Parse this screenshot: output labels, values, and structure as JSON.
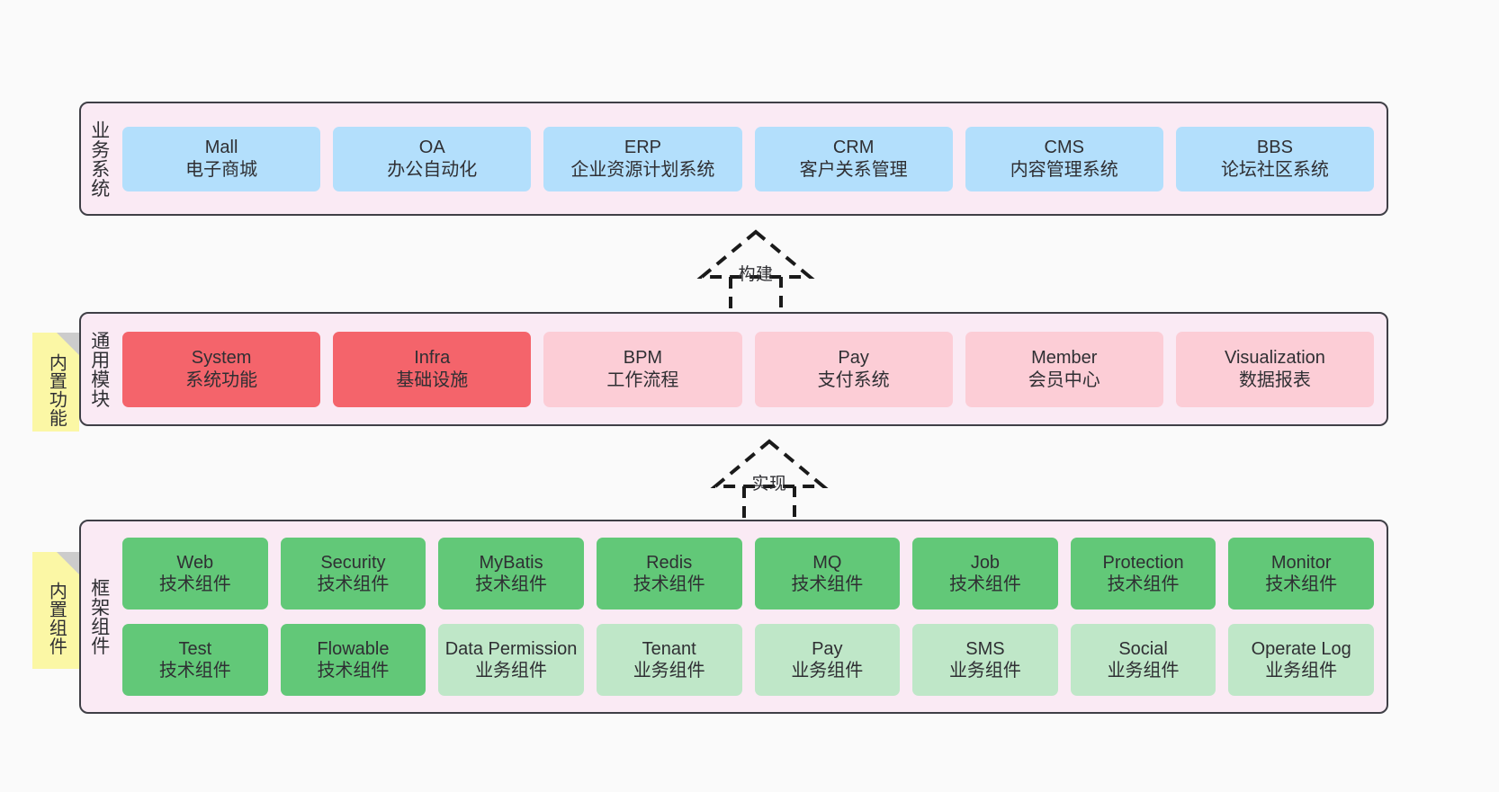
{
  "diagram": {
    "background_color": "#fafafa",
    "panel_color": "#faeaf4",
    "panel_border_color": "#3f3f46",
    "sticky_color": "#fbf7a5",
    "sticky_fold_color": "#cccccc"
  },
  "layers": [
    {
      "id": "business",
      "title": "业务系统",
      "sticky": null,
      "rows": [
        {
          "cells": [
            {
              "name": "mall",
              "primary": "Mall",
              "secondary": "电子商城",
              "color": "#b3dffc",
              "style": "c-blue"
            },
            {
              "name": "oa",
              "primary": "OA",
              "secondary": "办公自动化",
              "color": "#b3dffc",
              "style": "c-blue"
            },
            {
              "name": "erp",
              "primary": "ERP",
              "secondary": "企业资源计划系统",
              "color": "#b3dffc",
              "style": "c-blue"
            },
            {
              "name": "crm",
              "primary": "CRM",
              "secondary": "客户关系管理",
              "color": "#b3dffc",
              "style": "c-blue"
            },
            {
              "name": "cms",
              "primary": "CMS",
              "secondary": "内容管理系统",
              "color": "#b3dffc",
              "style": "c-blue"
            },
            {
              "name": "bbs",
              "primary": "BBS",
              "secondary": "论坛社区系统",
              "color": "#b3dffc",
              "style": "c-blue"
            }
          ]
        }
      ]
    },
    {
      "id": "modules",
      "title": "通用模块",
      "sticky": "内置功能",
      "rows": [
        {
          "cells": [
            {
              "name": "system",
              "primary": "System",
              "secondary": "系统功能",
              "color": "#f4646b",
              "style": "c-red"
            },
            {
              "name": "infra",
              "primary": "Infra",
              "secondary": "基础设施",
              "color": "#f4646b",
              "style": "c-red"
            },
            {
              "name": "bpm",
              "primary": "BPM",
              "secondary": "工作流程",
              "color": "#fccdd6",
              "style": "c-pink"
            },
            {
              "name": "pay",
              "primary": "Pay",
              "secondary": "支付系统",
              "color": "#fccdd6",
              "style": "c-pink"
            },
            {
              "name": "member",
              "primary": "Member",
              "secondary": "会员中心",
              "color": "#fccdd6",
              "style": "c-pink"
            },
            {
              "name": "visualization",
              "primary": "Visualization",
              "secondary": "数据报表",
              "color": "#fccdd6",
              "style": "c-pink"
            }
          ]
        }
      ]
    },
    {
      "id": "framework",
      "title": "框架组件",
      "sticky": "内置组件",
      "rows": [
        {
          "cells": [
            {
              "name": "web",
              "primary": "Web",
              "secondary": "技术组件",
              "color": "#62c878",
              "style": "c-green"
            },
            {
              "name": "security",
              "primary": "Security",
              "secondary": "技术组件",
              "color": "#62c878",
              "style": "c-green"
            },
            {
              "name": "mybatis",
              "primary": "MyBatis",
              "secondary": "技术组件",
              "color": "#62c878",
              "style": "c-green"
            },
            {
              "name": "redis",
              "primary": "Redis",
              "secondary": "技术组件",
              "color": "#62c878",
              "style": "c-green"
            },
            {
              "name": "mq",
              "primary": "MQ",
              "secondary": "技术组件",
              "color": "#62c878",
              "style": "c-green"
            },
            {
              "name": "job",
              "primary": "Job",
              "secondary": "技术组件",
              "color": "#62c878",
              "style": "c-green"
            },
            {
              "name": "protection",
              "primary": "Protection",
              "secondary": "技术组件",
              "color": "#62c878",
              "style": "c-green"
            },
            {
              "name": "monitor",
              "primary": "Monitor",
              "secondary": "技术组件",
              "color": "#62c878",
              "style": "c-green"
            }
          ]
        },
        {
          "cells": [
            {
              "name": "test",
              "primary": "Test",
              "secondary": "技术组件",
              "color": "#62c878",
              "style": "c-green"
            },
            {
              "name": "flowable",
              "primary": "Flowable",
              "secondary": "技术组件",
              "color": "#62c878",
              "style": "c-green"
            },
            {
              "name": "data-permission",
              "primary": "Data Permission",
              "secondary": "业务组件",
              "color": "#bfe7c8",
              "style": "c-lightgreen"
            },
            {
              "name": "tenant",
              "primary": "Tenant",
              "secondary": "业务组件",
              "color": "#bfe7c8",
              "style": "c-lightgreen"
            },
            {
              "name": "pay",
              "primary": "Pay",
              "secondary": "业务组件",
              "color": "#bfe7c8",
              "style": "c-lightgreen"
            },
            {
              "name": "sms",
              "primary": "SMS",
              "secondary": "业务组件",
              "color": "#bfe7c8",
              "style": "c-lightgreen"
            },
            {
              "name": "social",
              "primary": "Social",
              "secondary": "业务组件",
              "color": "#bfe7c8",
              "style": "c-lightgreen"
            },
            {
              "name": "operate-log",
              "primary": "Operate Log",
              "secondary": "业务组件",
              "color": "#bfe7c8",
              "style": "c-lightgreen"
            }
          ]
        }
      ]
    }
  ],
  "arrows": [
    {
      "id": "build",
      "label": "构建",
      "from": "modules",
      "to": "business",
      "style": "dashed-hollow-triangle"
    },
    {
      "id": "impl",
      "label": "实现",
      "from": "framework",
      "to": "modules",
      "style": "dashed-hollow-triangle"
    }
  ]
}
